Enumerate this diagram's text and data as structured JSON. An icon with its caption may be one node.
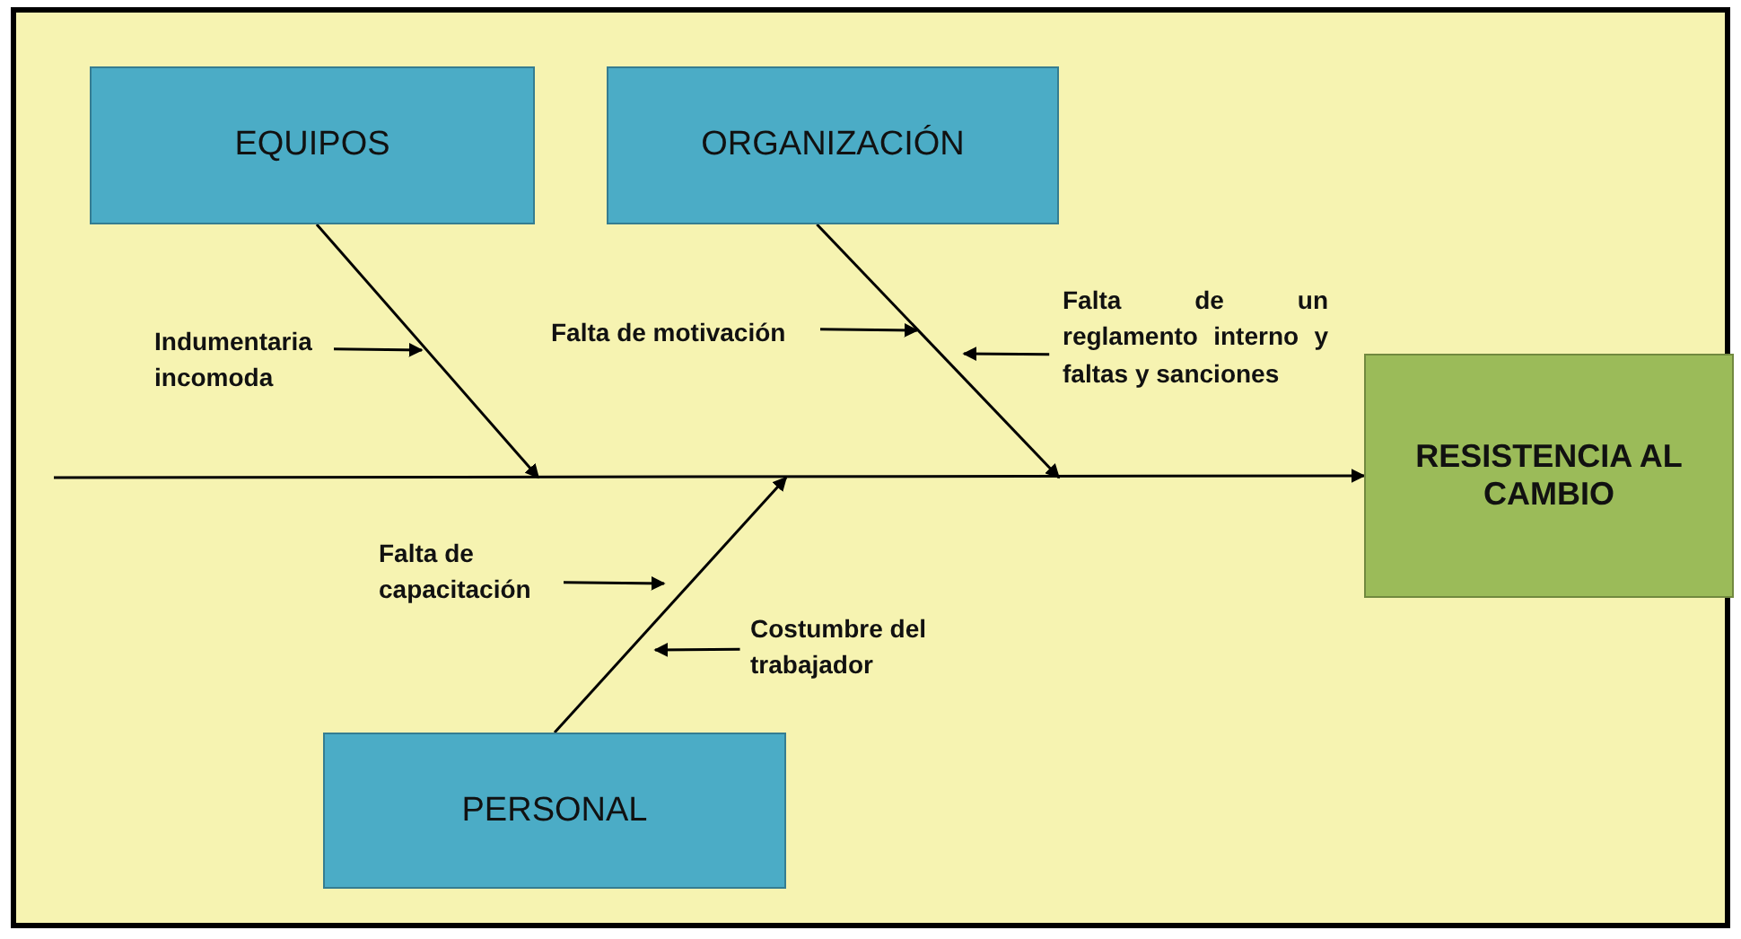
{
  "diagram": {
    "nodes": [
      {
        "text": [
          "EQUIPOS"
        ]
      },
      {
        "text": [
          "ORGANIZACIÓN"
        ]
      },
      {
        "text": [
          "RESISTENCIA AL CAMBIO"
        ]
      },
      {
        "text": [
          "PERSONAL"
        ]
      },
      {
        "text": [
          "Indumentaria incomoda"
        ]
      },
      {
        "text": [
          "Falta de motivación"
        ]
      },
      {
        "text": [
          "Falta de un reglamento interno y faltas y sanciones"
        ]
      },
      {
        "text": [
          "Falta de capacitación"
        ]
      },
      {
        "text": [
          "Costumbre del trabajador"
        ]
      }
    ],
    "edges": [
      {
        "from": null,
        "to": 2,
        "arrow": "to"
      },
      {
        "from": 0,
        "to": null,
        "arrow": "to"
      },
      {
        "from": 1,
        "to": null,
        "arrow": "to"
      },
      {
        "from": 3,
        "to": null,
        "arrow": "to"
      },
      {
        "from": 4,
        "to": null,
        "arrow": "to"
      },
      {
        "from": 5,
        "to": null,
        "arrow": "to"
      },
      {
        "from": 6,
        "to": null,
        "arrow": "to"
      },
      {
        "from": 7,
        "to": null,
        "arrow": "to"
      },
      {
        "from": 8,
        "to": null,
        "arrow": "to"
      }
    ]
  }
}
